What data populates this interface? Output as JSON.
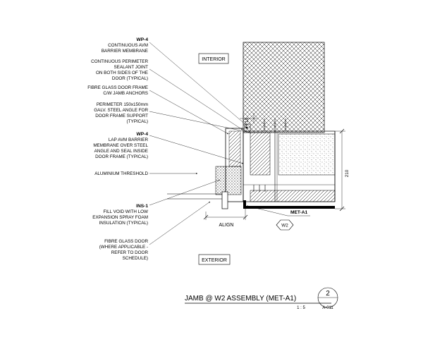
{
  "labels": {
    "wp4_top_tag": "WP-4",
    "wp4_top_l1": "CONTINUOUS AVM",
    "wp4_top_l2": "BARRIER MEMBRANE",
    "sealant_l1": "CONTINUOUS PERIMETER",
    "sealant_l2": "SEALANT JOINT",
    "sealant_l3": "ON BOTH SIDES OF THE",
    "sealant_l4": "DOOR (TYPICAL)",
    "frame_l1": "FIBRE GLASS DOOR FRAME",
    "frame_l2": "C/W JAMB ANCHORS",
    "angle_l1": "PERIMETER 150x150mm",
    "angle_l2": "GALV. STEEL ANGLE FOR",
    "angle_l3": "DOOR FRAME SUPPORT",
    "angle_l4": "(TYPICAL)",
    "wp4_lap_tag": "WP-4",
    "wp4_lap_l1": "LAP AVM BARRIER",
    "wp4_lap_l2": "MEMBRANE OVER STEEL",
    "wp4_lap_l3": "ANGLE AND SEAL INSIDE",
    "wp4_lap_l4": "DOOR FRAME (TYPICAL)",
    "threshold": "ALUMINIUM THRESHOLD",
    "ins1_tag": "INS-1",
    "ins1_l1": "FILL VOID WITH LOW",
    "ins1_l2": "EXPANSION SPRAY FOAM",
    "ins1_l3": "INSULATION (TYPICAL)",
    "door_l1": "FIBRE GLASS DOOR",
    "door_l2": "(WHERE APPLICABLE -",
    "door_l3": "REFER TO DOOR",
    "door_l4": "SCHEDULE)"
  },
  "rooms": {
    "interior": "INTERIOR",
    "exterior": "EXTERIOR"
  },
  "dimensions": {
    "d15": "15",
    "d210": "210",
    "align": "ALIGN"
  },
  "tags": {
    "met_a1": "MET-A1",
    "w2": "W2"
  },
  "title": {
    "text": "JAMB @ W2 ASSEMBLY (MET-A1)",
    "number": "2",
    "scale": "1 : 5",
    "sheet": "A-011"
  }
}
